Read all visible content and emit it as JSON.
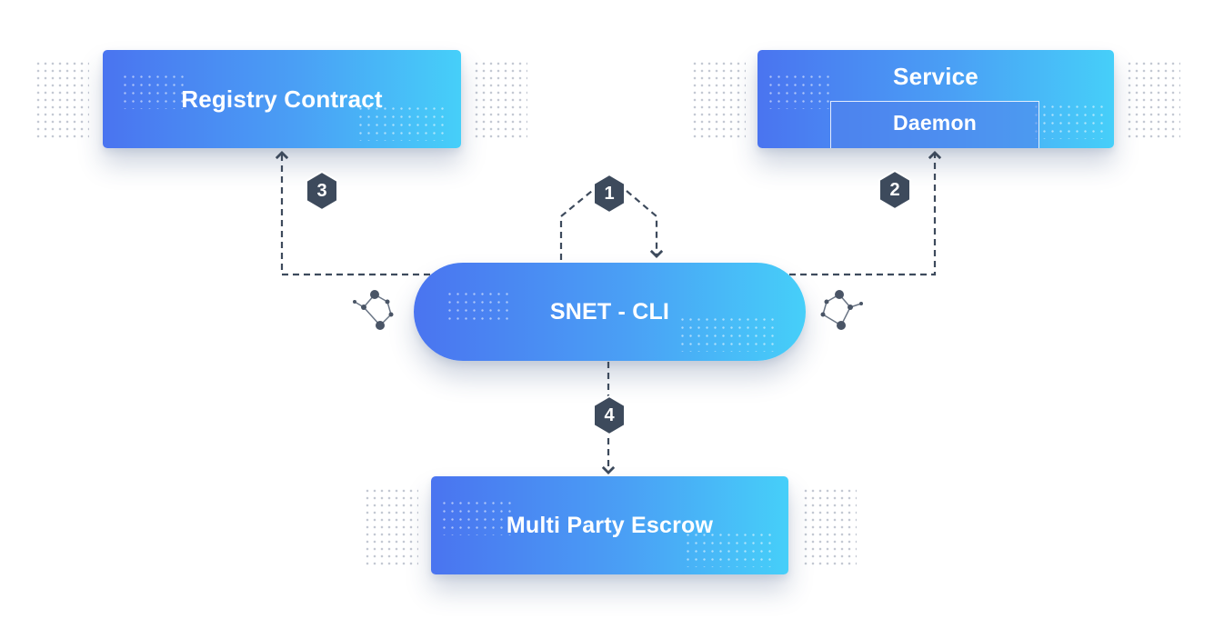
{
  "nodes": {
    "registry": "Registry Contract",
    "service": "Service",
    "daemon": "Daemon",
    "cli": "SNET - CLI",
    "escrow": "Multi Party Escrow"
  },
  "steps": [
    "1",
    "2",
    "3",
    "4"
  ],
  "colors": {
    "box_gradient_start": "#4a74f0",
    "box_gradient_end": "#46cff9",
    "badge": "#3d4a5c",
    "connector": "#3d4a5c"
  },
  "icons": [
    "network-icon"
  ]
}
